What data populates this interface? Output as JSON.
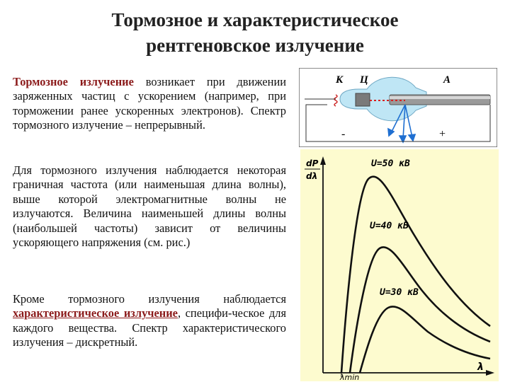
{
  "title": {
    "line1": "Тормозное и характеристическое",
    "line2": "рентгеновское излучение"
  },
  "paragraph1": {
    "term1": "Тормозное",
    "term2": "излучение",
    "text": " возникает при движении заряженных частиц с ускорением (например, при торможении ранее ускоренных электронов). Спектр тормозного излучение – непрерывный."
  },
  "paragraph2": {
    "text": "Для тормозного излучения наблюдается некоторая граничная частота (или наименьшая длина волны), выше которой электромагнитные волны не излучаются. Величина наименьшей длины волны (наибольшей частоты) зависит от величины ускоряющего напряжения (см. рис.)"
  },
  "paragraph3": {
    "before": "Кроме тормозного излучения наблюдается ",
    "term": "характеристическое излучение",
    "after": ", специфи-ческое для каждого вещества. Спектр характеристического излучения – дискретный."
  },
  "tube": {
    "label_k": "К",
    "label_c": "Ц",
    "label_a": "А",
    "minus": "-",
    "plus": "+"
  },
  "graph": {
    "ylabel_top": "dP",
    "ylabel_bottom": "dλ",
    "xlabel": "λ",
    "lambda_min": "λmin",
    "curve_labels": [
      "U=50 кВ",
      "U=40 кВ",
      "U=30 кВ"
    ]
  },
  "colors": {
    "title": "#222222",
    "highlight": "#8b1a1a",
    "graph_bg": "#fdfbcf",
    "tube_glass": "#bfe6f5",
    "ray": "#1f6fd1",
    "beam": "#d82020"
  }
}
